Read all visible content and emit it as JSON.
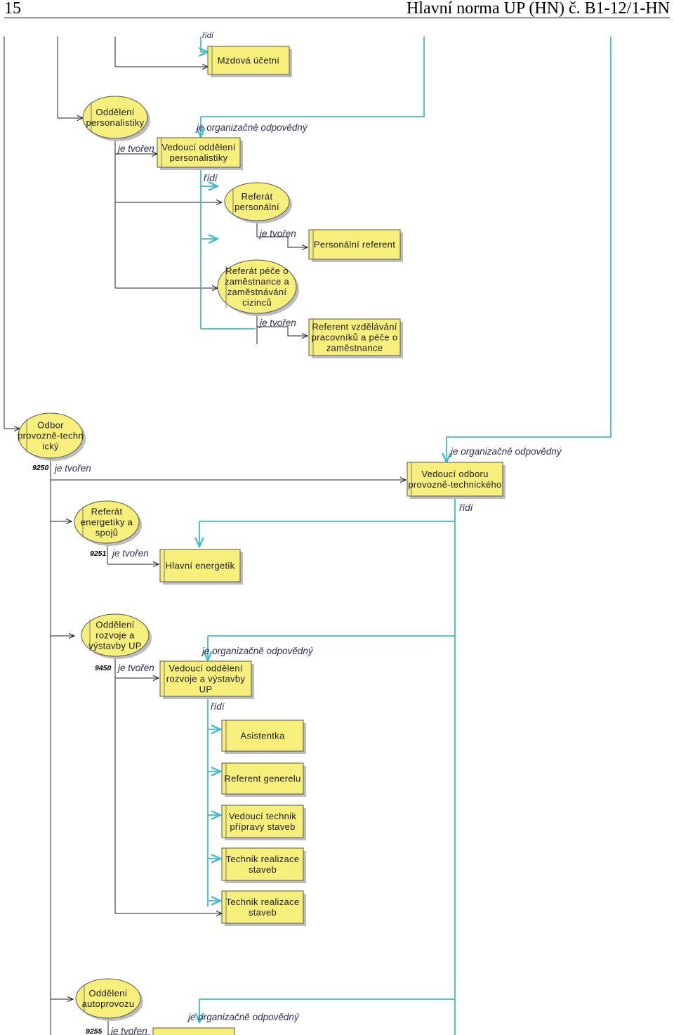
{
  "header": {
    "page_number": "15",
    "title": "Hlavní norma UP (HN) č. B1-12/1-HN"
  },
  "relations": {
    "je_tvoren": "je tvořen",
    "je_organizacne_odpovedny": "je organizačně odpovědný",
    "ridi": "řídí"
  },
  "codes": {
    "odbor_pt": "9250",
    "referat_energetiky": "9251",
    "oddeleni_rozvoje": "9450",
    "oddeleni_autoprovozu": "9255"
  },
  "nodes": {
    "mzdova_ucetni": "Mzdová účetní",
    "oddeleni_personalistiky": [
      "Oddělení",
      "personalistiky"
    ],
    "vedouci_personalistiky": [
      "Vedoucí oddělení",
      "personalistiky"
    ],
    "referat_personalni": [
      "Referát",
      "personální"
    ],
    "personalni_referent": "Personální referent",
    "referat_pece": [
      "Referát péče o",
      "zaměstnance a",
      "zaměstnávání",
      "cizinců"
    ],
    "referent_vzdelavani": [
      "Referent vzdělávání",
      "pracovníků a péče o",
      "zaměstnance"
    ],
    "odbor_pt": [
      "Odbor",
      "provozně-techn",
      "ický"
    ],
    "vedouci_odboru_pt": [
      "Vedoucí odboru",
      "provozně-technického"
    ],
    "referat_energetiky": [
      "Referát",
      "energetiky a",
      "spojů"
    ],
    "hlavni_energetik": "Hlavní energetik",
    "oddeleni_rozvoje": [
      "Oddělení",
      "rozvoje a",
      "výstavby UP"
    ],
    "vedouci_rozvoje": [
      "Vedoucí oddělení",
      "rozvoje a výstavby",
      "UP"
    ],
    "asistentka": "Asistentka",
    "referent_generelu": "Referent generelu",
    "vedouci_technik": [
      "Vedoucí technik",
      "přípravy staveb"
    ],
    "technik_realizace_1": [
      "Technik realizace",
      "staveb"
    ],
    "technik_realizace_2": [
      "Technik realizace",
      "staveb"
    ],
    "oddeleni_autoprovozu": [
      "Oddělení",
      "autoprovozu"
    ]
  },
  "colors": {
    "box_fill": "#f6ef7c",
    "box_shadow": "#bdbdbd",
    "responsibility_line": "#3fbcd0",
    "structure_line": "#222222"
  }
}
